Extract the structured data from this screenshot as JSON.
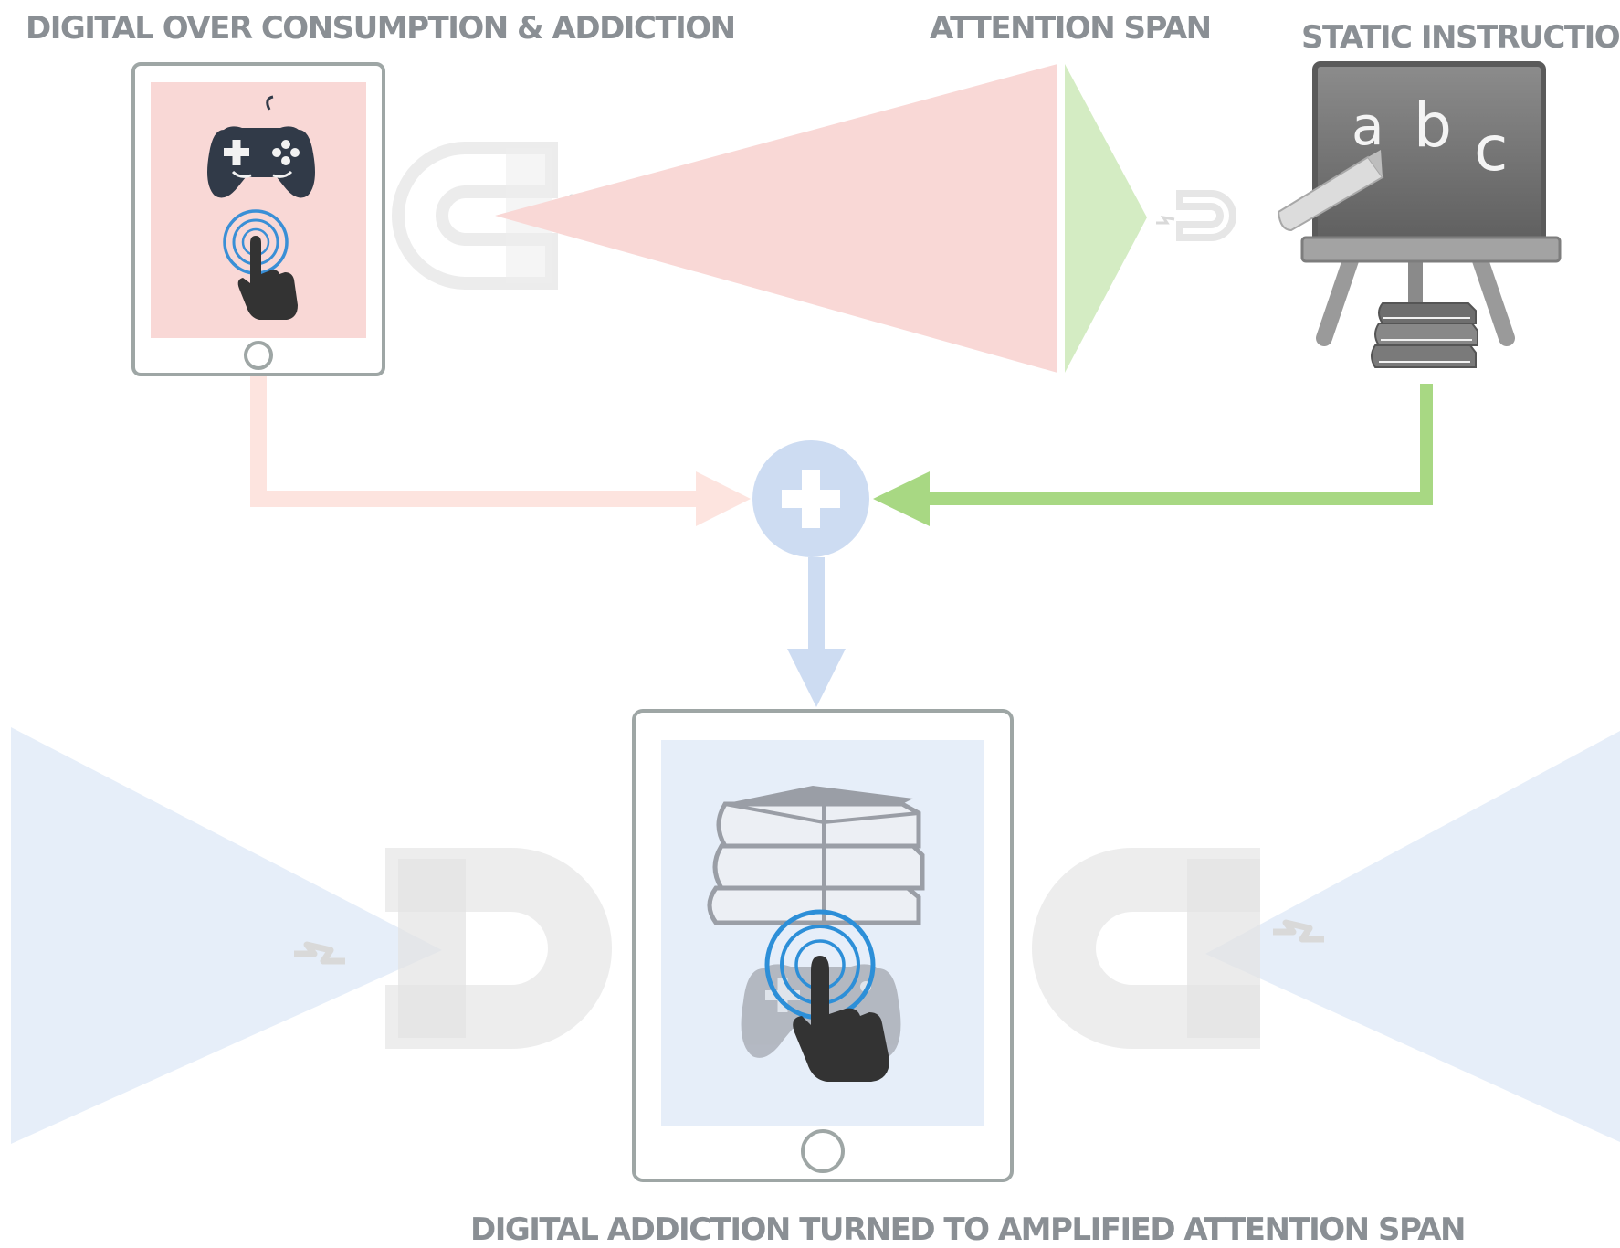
{
  "labels": {
    "top_left": "DIGITAL OVER CONSUMPTION & ADDICTION",
    "top_center": "ATTENTION SPAN",
    "top_right": "STATIC INSTRUCTIONS",
    "bottom": "DIGITAL ADDICTION TURNED TO AMPLIFIED ATTENTION SPAN"
  },
  "chalkboard": {
    "letters": [
      "a",
      "b",
      "c"
    ]
  },
  "icons": {
    "top_tablet": [
      "gamepad-icon",
      "tap-hand-icon"
    ],
    "chalkboard": [
      "chalkboard-icon",
      "chalk-icon",
      "books-icon"
    ],
    "combine": "plus-icon",
    "bottom_tablet": [
      "books-icon",
      "gamepad-icon",
      "tap-hand-icon"
    ],
    "magnets": "magnet-icon"
  },
  "colors": {
    "addiction_pink": "#f9d8d6",
    "attention_green": "#d4ecc3",
    "arrow_green": "#a8d883",
    "arrow_pink": "#fde4df",
    "combine_blue": "#cddcf2",
    "amplified_blue": "#e6eef9",
    "tablet_frame": "#9ea6a5",
    "icon_dark": "#313a48",
    "label_gray": "#8a8f94"
  }
}
